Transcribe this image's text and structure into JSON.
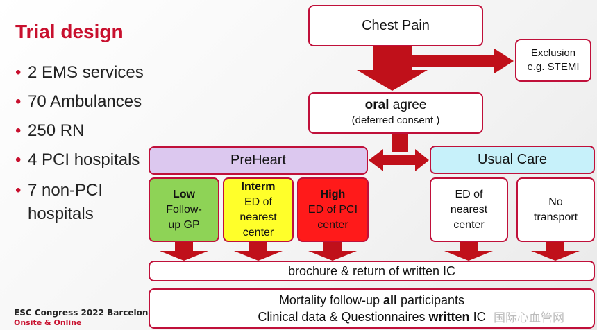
{
  "title": "Trial design",
  "bullets": [
    "2 EMS services",
    "70 Ambulances",
    "250 RN",
    "4 PCI hospitals",
    "7 non-PCI hospitals"
  ],
  "footer": {
    "line1": "ESC Congress 2022 Barcelona",
    "line2": "Onsite & Online"
  },
  "nodes": {
    "chest_pain": "Chest Pain",
    "exclusion_line1": "Exclusion",
    "exclusion_line2": "e.g. STEMI",
    "oral_bold": "oral",
    "oral_rest": " agree",
    "oral_sub": "(deferred consent )",
    "preheart": "PreHeart",
    "usual_care": "Usual Care",
    "low_title": "Low",
    "low_line1": "Follow-",
    "low_line2": "up GP",
    "interm_title": "Interm",
    "interm_line1": "ED of",
    "interm_line2": "nearest",
    "interm_line3": "center",
    "high_title": "High",
    "high_line1": "ED of PCI",
    "high_line2": "center",
    "ed_line1": "ED of",
    "ed_line2": "nearest",
    "ed_line3": "center",
    "no_line1": "No",
    "no_line2": "transport",
    "brochure": "brochure & return of written IC",
    "mortality_pre": "Mortality follow-up ",
    "mortality_bold": "all",
    "mortality_post": " participants",
    "clinical_pre": "Clinical data & Questionnaires ",
    "clinical_bold": "written",
    "clinical_post": " IC"
  },
  "watermark": "国际心血管网",
  "colors": {
    "accent": "#c8102e",
    "arrow": "#c0101a",
    "preheart": "#dcc8ef",
    "usual": "#c7f1fa",
    "low": "#8ed356",
    "interm": "#ffff2a",
    "high": "#ff1a1a"
  }
}
